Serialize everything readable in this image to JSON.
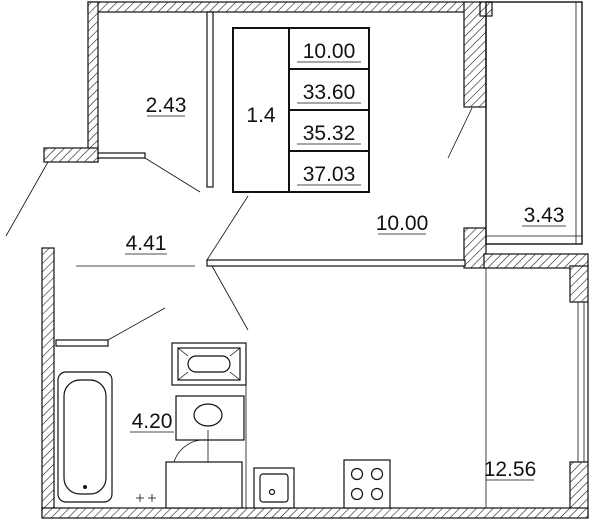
{
  "plan": {
    "info_table": {
      "type_code": "1.4",
      "values": [
        "10.00",
        "33.60",
        "35.32",
        "37.03"
      ]
    },
    "rooms": {
      "storage": "2.43",
      "corridor": "4.41",
      "room": "10.00",
      "balcony": "3.43",
      "bathroom": "4.20",
      "kitchen": "12.56"
    },
    "colors": {
      "line": "#111111",
      "background": "#ffffff"
    }
  }
}
